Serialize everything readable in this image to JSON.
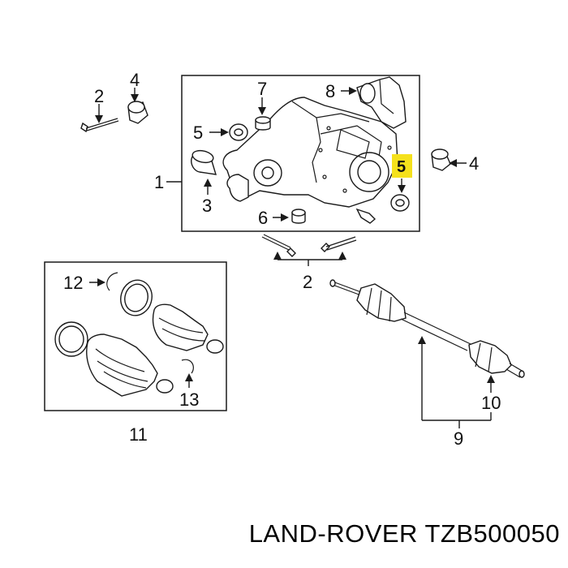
{
  "callouts": {
    "c1": "1",
    "c2_top": "2",
    "c2_bottom": "2",
    "c3": "3",
    "c4_left": "4",
    "c4_right": "4",
    "c5_left": "5",
    "c5_highlight": "5",
    "c6": "6",
    "c7": "7",
    "c8": "8",
    "c9": "9",
    "c10": "10",
    "c11": "11",
    "c12": "12",
    "c13": "13"
  },
  "caption": "LAND-ROVER TZB500050",
  "colors": {
    "highlight": "#f5e11c",
    "line": "#1a1a1a",
    "background": "#ffffff"
  }
}
